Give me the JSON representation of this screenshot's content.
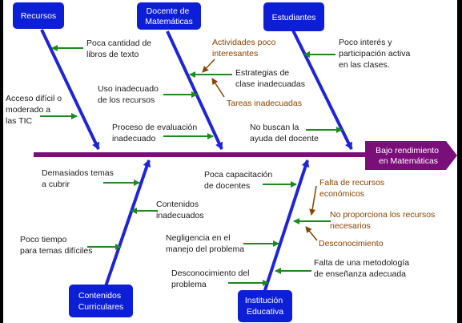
{
  "colors": {
    "box": "#0d1fd6",
    "bone": "#1f24d9",
    "spine": "#7a0f7a",
    "cause_arrow": "#1c8a1c",
    "sub_arrow": "#8a4200",
    "cause_text": "#1a1a1a",
    "sub_text": "#8a4200"
  },
  "effect": {
    "lines": [
      "Bajo rendimiento",
      "en Matemáticas"
    ]
  },
  "categories": {
    "recursos": {
      "lines": [
        "Recursos"
      ]
    },
    "docente": {
      "lines": [
        "Docente de",
        "Matemáticas"
      ]
    },
    "estudiantes": {
      "lines": [
        "Estudiantes"
      ]
    },
    "contenidos": {
      "lines": [
        "Contenidos",
        "Curriculares"
      ]
    },
    "institucion": {
      "lines": [
        "Institución",
        "Educativa"
      ]
    }
  },
  "causes": {
    "recursos": [
      {
        "lines": [
          "Poca cantidad de",
          "libros de texto"
        ]
      },
      {
        "lines": [
          "Acceso difícil o",
          "moderado a",
          "las TIC"
        ]
      }
    ],
    "docente": [
      {
        "lines": [
          "Uso inadecuado",
          "de los recursos"
        ]
      },
      {
        "lines": [
          "Proceso de evaluación",
          "inadecuado"
        ]
      }
    ],
    "docente_estrategias": {
      "lines": [
        "Estrategias de",
        "clase inadecuadas"
      ]
    },
    "docente_sub": [
      {
        "lines": [
          "Actividades poco",
          "interesantes"
        ]
      },
      {
        "lines": [
          "Tareas inadecuadas"
        ]
      }
    ],
    "estudiantes": [
      {
        "lines": [
          "Poco interés y",
          "participación activa",
          "en las clases."
        ]
      },
      {
        "lines": [
          "No buscan la",
          "ayuda del docente"
        ]
      }
    ],
    "contenidos": [
      {
        "lines": [
          "Demasiados temas",
          "a cubrir"
        ]
      },
      {
        "lines": [
          "Contenidos",
          "inadecuados"
        ]
      },
      {
        "lines": [
          "Poco tiempo",
          "para temas difíciles"
        ]
      }
    ],
    "institucion": [
      {
        "lines": [
          "Poca capacitación",
          "de docentes"
        ]
      },
      {
        "lines": [
          "Negligencia en el",
          "manejo del problema"
        ]
      },
      {
        "lines": [
          "Desconocimiento del",
          "problema"
        ]
      },
      {
        "lines": [
          "Falta de una metodología",
          "de enseñanza adecuada"
        ]
      }
    ],
    "institucion_sub": [
      {
        "lines": [
          "Falta de recursos",
          "económicos"
        ]
      },
      {
        "lines": [
          "No proporciona los recursos",
          "necesarios"
        ]
      },
      {
        "lines": [
          "Desconocimiento"
        ]
      }
    ]
  }
}
